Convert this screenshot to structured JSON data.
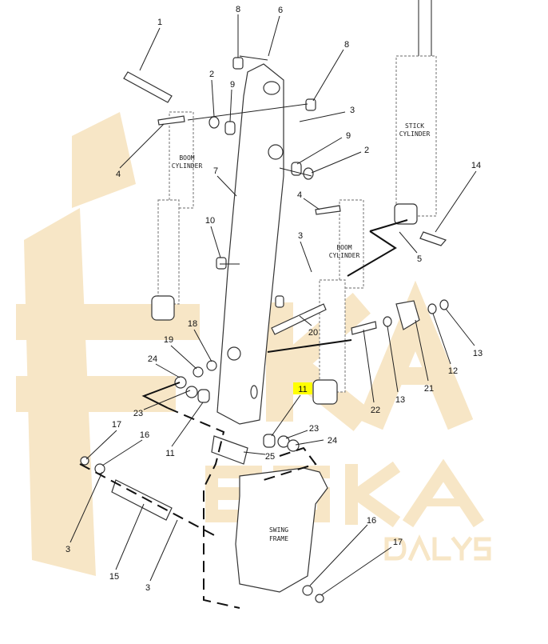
{
  "diagram": {
    "callouts": [
      "1",
      "8",
      "6",
      "8",
      "2",
      "9",
      "3",
      "9",
      "2",
      "7",
      "4",
      "14",
      "4",
      "10",
      "3",
      "5",
      "20",
      "18",
      "19",
      "24",
      "11",
      "23",
      "11",
      "23",
      "24",
      "25",
      "17",
      "16",
      "22",
      "13",
      "21",
      "12",
      "13",
      "3",
      "15",
      "3",
      "16",
      "17"
    ],
    "highlighted_callout": "11",
    "highlight_color": "#ffff00",
    "labels": {
      "boom_cylinder_left": [
        "BOOM",
        "CYLINDER"
      ],
      "stick_cylinder": [
        "STICK",
        "CYLINDER"
      ],
      "boom_cylinder_right": [
        "BOOM",
        "CYLINDER"
      ],
      "swing_frame": [
        "SWING",
        "FRAME"
      ]
    },
    "watermark": {
      "text": [
        "EKA",
        "ESKA",
        "DALYS"
      ],
      "color": "#f7e6c6"
    }
  }
}
